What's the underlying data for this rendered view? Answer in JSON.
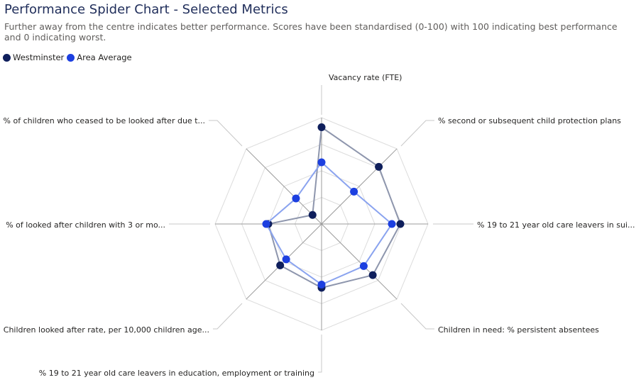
{
  "chart_data": {
    "type": "radar",
    "title": "Performance Spider Chart - Selected Metrics",
    "subtitle": "Further away from the centre indicates better performance. Scores have been standardised (0-100) with 100 indicating best performance and 0 indicating worst.",
    "axes": [
      "Vacancy rate (FTE)",
      "% second or subsequent child protection plans",
      "% 19 to 21 year old care leavers in sui...",
      "Children in need: % persistent absentees",
      "% 19 to 21 year old care leavers in education, employment or training",
      "Children looked after rate, per 10,000 children age...",
      "% of looked after children with 3 or mo...",
      "% of children who ceased to be looked after due t..."
    ],
    "range": [
      0,
      100
    ],
    "grid_rings": 4,
    "series": [
      {
        "name": "Westminster",
        "color": "#0f1f5c",
        "values": [
          91,
          76,
          74,
          68,
          60,
          55,
          50,
          12
        ]
      },
      {
        "name": "Area Average",
        "color": "#1c3fe0",
        "values": [
          58,
          43,
          66,
          56,
          57,
          47,
          52,
          34
        ]
      }
    ]
  },
  "legend": [
    "Westminster",
    "Area Average"
  ],
  "colors": {
    "title": "#1f2d5a",
    "axis_line": "#9b9b9b",
    "grid": "#dcdcdc"
  }
}
